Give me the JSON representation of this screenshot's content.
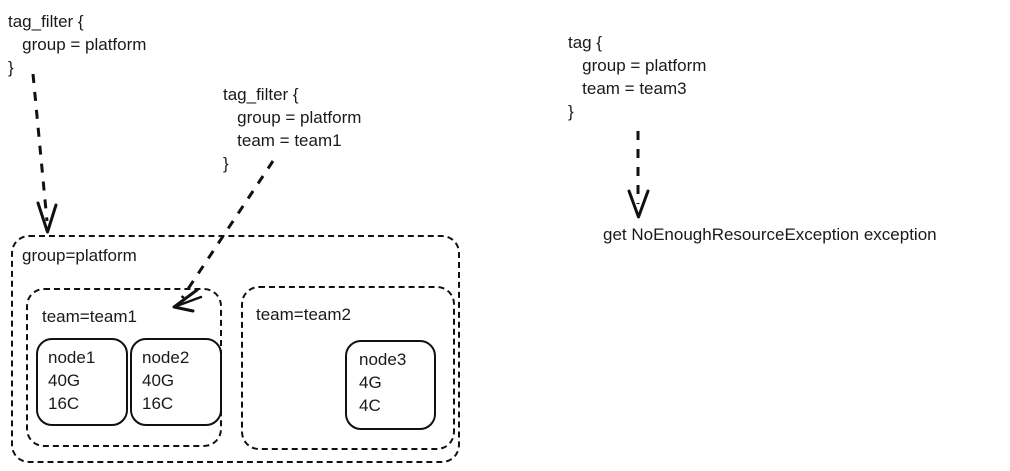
{
  "diagram": {
    "title": "tag filter and tag resource grouping diagram",
    "stroke_color": "#111111",
    "text_color": "#1a1a1a",
    "background": "#ffffff"
  },
  "code_blocks": [
    {
      "id": "tag-filter-group",
      "text": "tag_filter {\n   group = platform\n}"
    },
    {
      "id": "tag-filter-group-team1",
      "text": "tag_filter {\n   group = platform\n   team = team1\n}"
    },
    {
      "id": "tag-group-team3",
      "text": "tag {\n   group = platform\n   team = team3\n}"
    }
  ],
  "exception": {
    "text": "get NoEnoughResourceException exception"
  },
  "groups": {
    "outer": {
      "label": "group=platform"
    },
    "team1": {
      "label": "team=team1"
    },
    "team2": {
      "label": "team=team2"
    }
  },
  "nodes": [
    {
      "id": "node1",
      "name": "node1",
      "memory": "40G",
      "cpu": "16C"
    },
    {
      "id": "node2",
      "name": "node2",
      "memory": "40G",
      "cpu": "16C"
    },
    {
      "id": "node3",
      "name": "node3",
      "memory": "4G",
      "cpu": "4C"
    }
  ],
  "arrows": [
    {
      "id": "arrow-group-filter-to-group-box",
      "from": "tag_filter { group = platform }",
      "to": "group=platform box"
    },
    {
      "id": "arrow-team1-filter-to-team1-box",
      "from": "tag_filter { group = platform, team = team1 }",
      "to": "team=team1 box"
    },
    {
      "id": "arrow-tag-team3-to-exception",
      "from": "tag { group = platform, team = team3 }",
      "to": "get NoEnoughResourceException exception"
    }
  ]
}
